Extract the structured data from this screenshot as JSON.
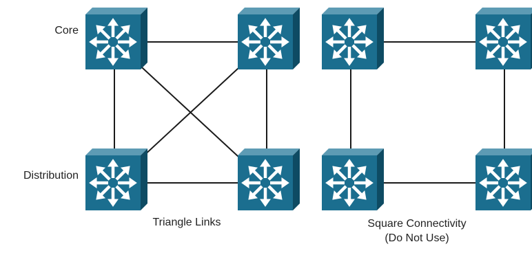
{
  "labels": {
    "core": "Core",
    "distribution": "Distribution",
    "triangle_caption": "Triangle Links",
    "square_caption_line1": "Square Connectivity",
    "square_caption_line2": "(Do Not Use)"
  },
  "colors": {
    "switch_front": "#1b6e8f",
    "switch_top": "#5d9bb4",
    "switch_side": "#0e4b63",
    "link": "#1a1a1a",
    "icon": "#ffffff"
  },
  "icons": {
    "switch": "multilayer-switch-icon"
  },
  "diagrams": [
    {
      "name": "triangle",
      "links": [
        [
          "core-left",
          "core-right"
        ],
        [
          "core-left",
          "dist-left"
        ],
        [
          "core-right",
          "dist-right"
        ],
        [
          "dist-left",
          "dist-right"
        ],
        [
          "core-left",
          "dist-right"
        ],
        [
          "core-right",
          "dist-left"
        ]
      ]
    },
    {
      "name": "square",
      "links": [
        [
          "core-left",
          "core-right"
        ],
        [
          "core-left",
          "dist-left"
        ],
        [
          "core-right",
          "dist-right"
        ],
        [
          "dist-left",
          "dist-right"
        ]
      ]
    }
  ]
}
